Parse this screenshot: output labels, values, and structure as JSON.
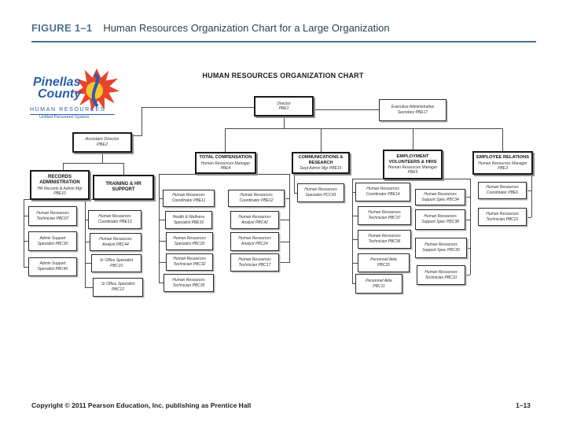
{
  "header": {
    "label": "FIGURE 1–1",
    "title": "Human Resources Organization Chart for a Large Organization"
  },
  "logo": {
    "name1": "Pinellas",
    "name2": "County",
    "dept": "HUMAN RESOURCES",
    "tagline": "Unified Personnel System"
  },
  "org": {
    "chart_title": "HUMAN RESOURCES ORGANIZATION CHART",
    "director": [
      "Director",
      "PBE1"
    ],
    "exec_secretary": [
      "Executive Administrative",
      "Secretary PBE17"
    ],
    "assistant": [
      "Assistant Director",
      "PBE2"
    ],
    "records": {
      "h1": "RECORDS",
      "h2": "ADMINISTRATION",
      "s1": "HR Records & Admin Mgr",
      "s2": "PBE10"
    },
    "training": {
      "h1": "TRAINING & HR",
      "h2": "SUPPORT"
    },
    "totalcomp": {
      "h1": "TOTAL COMPENSATION",
      "s1": "Human Resources Manager",
      "s2": "PBE4"
    },
    "comms": {
      "h1": "COMMUNICATIONS &",
      "h2": "RESEARCH",
      "s1": "Dept Admin Mgr PBE15"
    },
    "employment": {
      "h1": "EMPLOYMENT",
      "h2": "VOLUNTEERS & HRIS",
      "s1": "Human Resources Manager",
      "s2": "PBE5"
    },
    "relations": {
      "h1": "EMPLOYEE RELATIONS",
      "s1": "Human Resources Manager",
      "s2": "PBE3"
    },
    "leaf": {
      "r1": [
        "Human Resources",
        "Technician PBC07"
      ],
      "r2": [
        "Admin Support",
        "Specialist PBC30"
      ],
      "r3": [
        "Admin Support",
        "Specialist PBC40"
      ],
      "t1": [
        "Human Resources",
        "Coordinator PBE13"
      ],
      "t2": [
        "Human Resources",
        "Analyst PBC44"
      ],
      "t3": [
        "Sr Office Specialist",
        "PBC19"
      ],
      "t4": [
        "Sr Office Specialist",
        "PBC12"
      ],
      "c1": [
        "Human Resources",
        "Coordinator PBE11"
      ],
      "c2": [
        "Health & Wellness",
        "Specialist PBE16"
      ],
      "c3": [
        "Human Resources",
        "Specialist PBC20"
      ],
      "c4": [
        "Human Resources",
        "Technician PBC32"
      ],
      "c5": [
        "Human Resources",
        "Technician PBC35"
      ],
      "d1": [
        "Human Resources",
        "Coordinator PBE12"
      ],
      "d2": [
        "Human Resources",
        "Analyst PBC42"
      ],
      "d3": [
        "Human Resources",
        "Analyst PBC24"
      ],
      "d4": [
        "Human Resources",
        "Technician PBC17"
      ],
      "m1": [
        "Human Resources",
        "Specialist PCC43"
      ],
      "e1": [
        "Human Resources",
        "Coordinator PBE14"
      ],
      "e2": [
        "Human Resources",
        "Technician PBC37"
      ],
      "e3": [
        "Human Resources",
        "Technician PBC36"
      ],
      "e4": [
        "Personnel Aide",
        "PBC25"
      ],
      "e5": [
        "Personnel Aide",
        "PBC11"
      ],
      "f1": [
        "Human Resources",
        "Support Spec PBC34"
      ],
      "f2": [
        "Human Resources",
        "Support Spec PBC38"
      ],
      "f3": [
        "Human Resources",
        "Support Spec PBC39"
      ],
      "f4": [
        "Human Resources",
        "Technician PBC31"
      ],
      "g1": [
        "Human Resources",
        "Coordinator PBE6"
      ],
      "g2": [
        "Human Resources",
        "Technician PBC21"
      ]
    }
  },
  "footer": {
    "copyright": "Copyright © 2011 Pearson Education, Inc. publishing as Prentice Hall",
    "page": "1–13"
  },
  "colors": {
    "accent": "#4a7096",
    "logo_blue": "#2a5da8",
    "sun_red": "#e8432c",
    "sun_yellow": "#f7c531"
  }
}
